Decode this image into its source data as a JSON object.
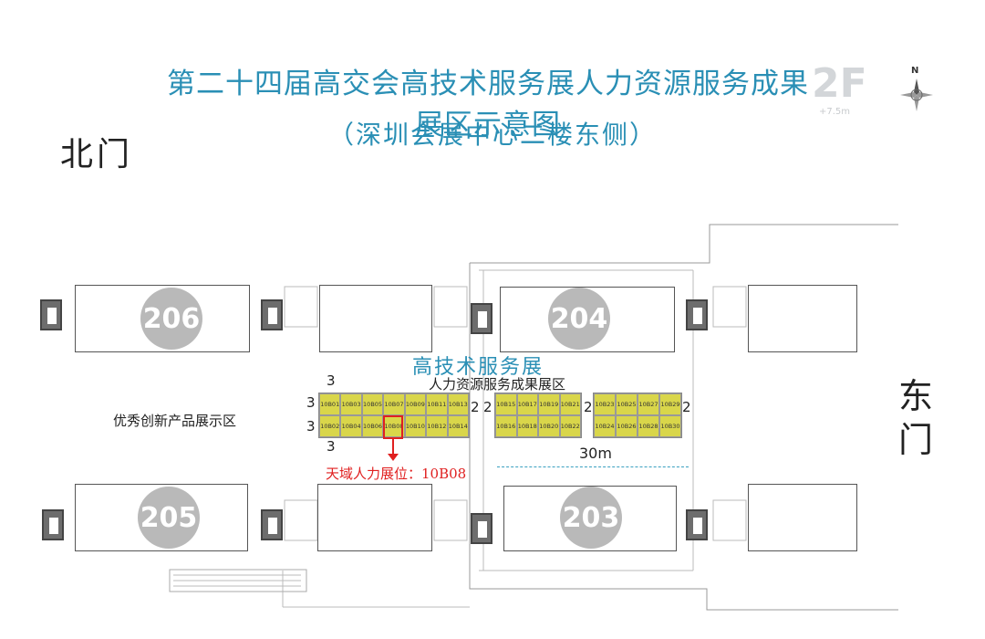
{
  "title": "第二十四届高交会高技术服务展人力资源服务成果展区示意图",
  "subtitle": "（深圳会展中心二楼东侧）",
  "floor_badge": "2F",
  "elevation": "+7.5m",
  "compass_label": "N",
  "gates": {
    "north": "北门",
    "east": "东门"
  },
  "halls": [
    "206",
    "204",
    "205",
    "203"
  ],
  "zone": {
    "title": "高技术服务展",
    "subtitle": "人力资源服务成果展区"
  },
  "side_area": "优秀创新产品展示区",
  "booths": {
    "block1_top": [
      "10B01",
      "10B03",
      "10B05",
      "10B07",
      "10B09",
      "10B11",
      "10B13"
    ],
    "block1_bottom": [
      "10B02",
      "10B04",
      "10B06",
      "10B08",
      "10B10",
      "10B12",
      "10B14"
    ],
    "block2_top": [
      "10B15",
      "10B17",
      "10B19",
      "10B21"
    ],
    "block2_bottom": [
      "10B16",
      "10B18",
      "10B20",
      "10B22"
    ],
    "block3_top": [
      "10B23",
      "10B25",
      "10B27",
      "10B29"
    ],
    "block3_bottom": [
      "10B24",
      "10B26",
      "10B28",
      "10B30"
    ]
  },
  "aisle_labels": [
    "3",
    "3",
    "3",
    "2",
    "2",
    "2",
    "2"
  ],
  "highlight_label": "天域人力展位：10B08",
  "distance_label": "30m",
  "colors": {
    "title": "#2a8fb5",
    "booth_fill": "#d9d64a",
    "highlight": "#e02020",
    "hall_badge": "#b9b9b9"
  }
}
